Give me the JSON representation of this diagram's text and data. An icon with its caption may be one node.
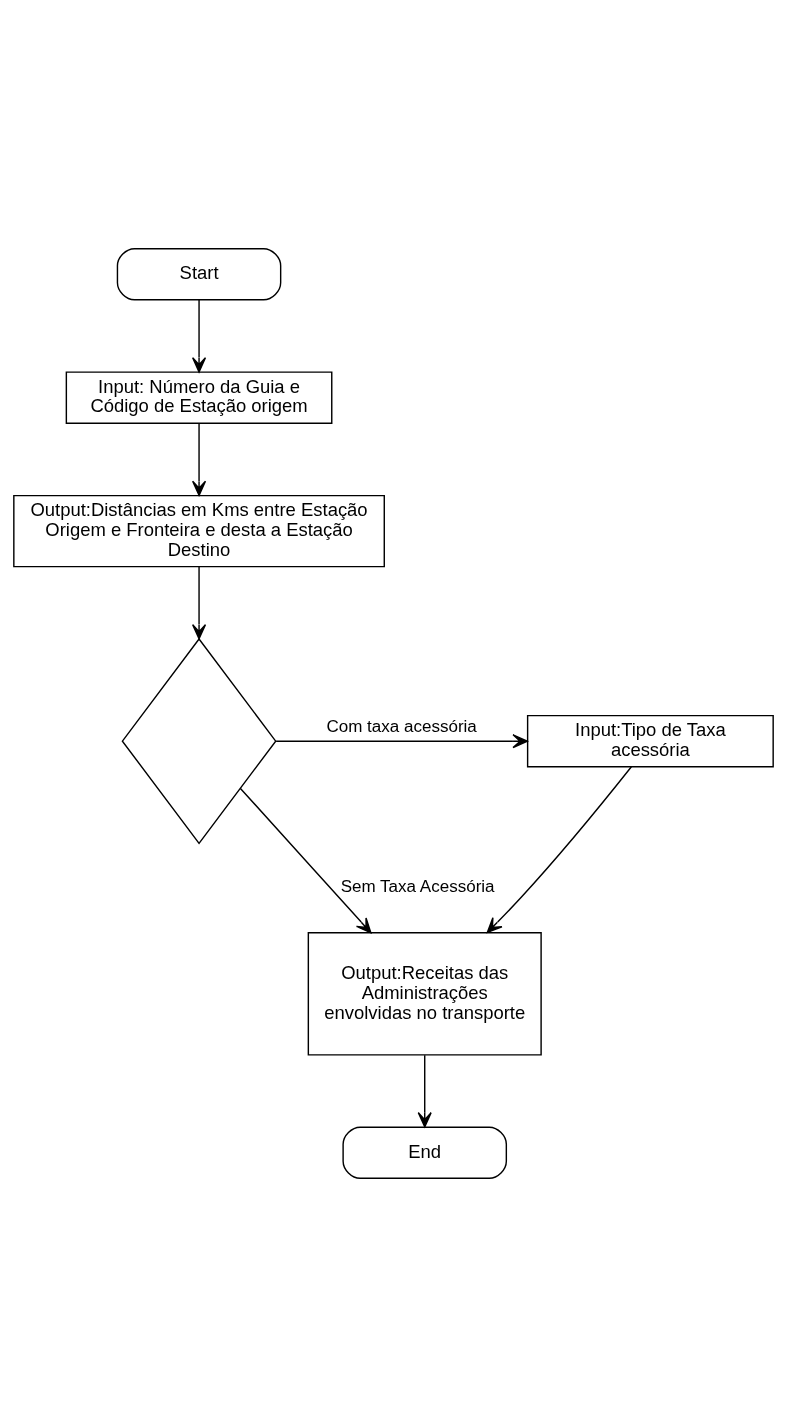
{
  "diagram": {
    "nodes": [
      {
        "text": [
          "Start"
        ]
      },
      {
        "text": [
          "Input: Número da Guia e Código de Estação origem"
        ]
      },
      {
        "text": [
          "Output:Distâncias em Kms entre Estação Origem e Fronteira e desta a Estação Destino"
        ]
      },
      {
        "text": [],
        "shape": "diamond"
      },
      {
        "text": [
          "Input:Tipo de Taxa acessória"
        ]
      },
      {
        "text": [
          "Output:Receitas das Administrações envolvidas no transporte"
        ]
      },
      {
        "text": [
          "End"
        ]
      }
    ],
    "edges": [
      {
        "from": 0,
        "to": 1,
        "arrow": "to"
      },
      {
        "from": 1,
        "to": 2,
        "arrow": "to"
      },
      {
        "from": 2,
        "to": 3,
        "arrow": "to"
      },
      {
        "from": 3,
        "to": 4,
        "arrow": "to",
        "label": "Com taxa acessória"
      },
      {
        "from": 3,
        "to": 5,
        "arrow": "to",
        "label": "Sem Taxa Acessória"
      },
      {
        "from": 4,
        "to": 5,
        "arrow": "to"
      },
      {
        "from": 5,
        "to": 6,
        "arrow": "to"
      }
    ]
  }
}
